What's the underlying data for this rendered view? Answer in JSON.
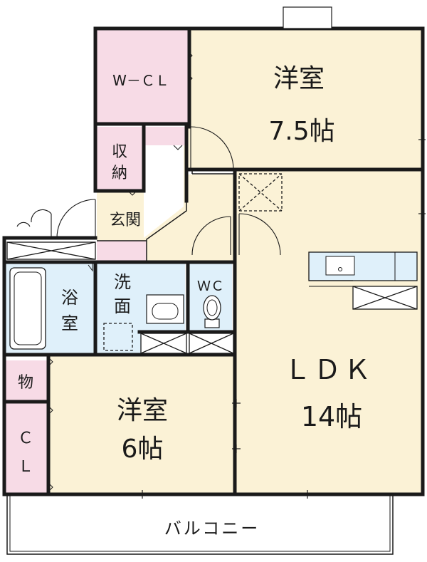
{
  "rooms": {
    "wcl": "W－ＣＬ",
    "western_large_name": "洋室",
    "western_large_size": "7.5帖",
    "storage_1": "収",
    "storage_2": "納",
    "entrance": "玄関",
    "bath_1": "浴",
    "bath_2": "室",
    "wash_1": "洗",
    "wash_2": "面",
    "wc": "ＷＣ",
    "ldk_name": "ＬＤＫ",
    "ldk_size": "14帖",
    "storage_small": "物",
    "western_small_name": "洋室",
    "western_small_size": "6帖",
    "closet_1": "Ｃ",
    "closet_2": "Ｌ",
    "balcony": "バルコニー"
  },
  "colors": {
    "wall": "#1a1a1a",
    "pink": "#f7dbe6",
    "cream": "#fbf2d6",
    "blue": "#dff0fa",
    "balcony": "#ffffff"
  }
}
